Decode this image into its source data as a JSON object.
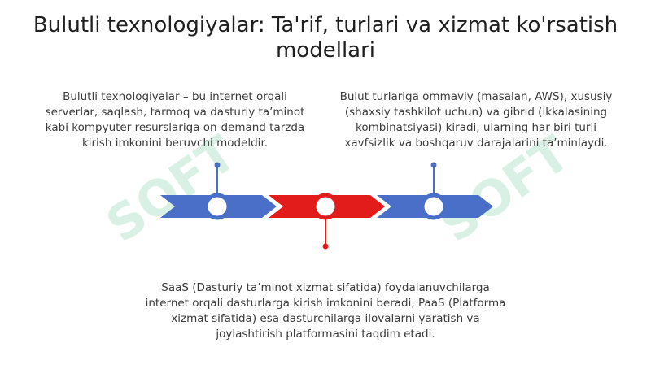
{
  "title": "Bulutli texnologiyalar: Ta'rif, turlari va xizmat ko'rsatish modellari",
  "descriptions": {
    "left": "Bulutli texnologiyalar – bu internet orqali serverlar, saqlash, tarmoq va dasturiy ta’minot kabi kompyuter resurslariga on-demand tarzda kirish imkonini beruvchi modeldir.",
    "right": "Bulut turlariga ommaviy (masalan, AWS), xususiy (shaxsiy tashkilot uchun) va gibrid (ikkalasining kombinatsiyasi) kiradi, ularning har biri turli xavfsizlik va boshqaruv darajalarini ta’minlaydi.",
    "bottom": "SaaS (Dasturiy ta’minot xizmat sifatida) foydalanuvchilarga internet orqali dasturlarga kirish imkonini beradi, PaaS (Platforma xizmat sifatida) esa dasturchilarga ilovalarni yaratish va joylashtirish platformasini taqdim etadi."
  },
  "colors": {
    "blue": "#4a6fc8",
    "red": "#e21b1b",
    "watermark": "#c8ecd9"
  },
  "watermark_text": "SOFT"
}
